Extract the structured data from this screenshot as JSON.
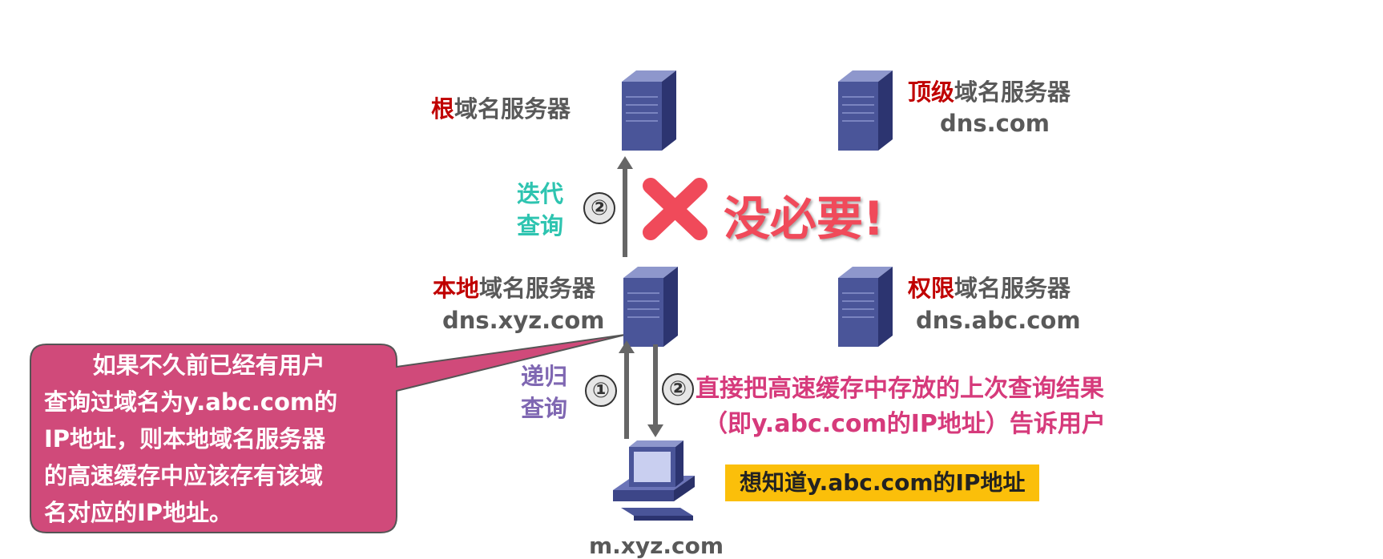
{
  "root_server": {
    "highlight": "根",
    "rest": "域名服务器"
  },
  "top_server": {
    "highlight": "顶级",
    "rest": "域名服务器",
    "domain": "dns.com"
  },
  "local_server": {
    "highlight": "本地",
    "rest": "域名服务器",
    "domain": "dns.xyz.com"
  },
  "auth_server": {
    "highlight": "权限",
    "rest": "域名服务器",
    "domain": "dns.abc.com"
  },
  "iterative_query": {
    "line1": "迭代",
    "line2": "查询",
    "step": "②"
  },
  "recursive_query": {
    "line1": "递归",
    "line2": "查询",
    "step": "①"
  },
  "reply_step": "②",
  "not_needed": "没必要!",
  "reply_text": {
    "line1": "直接把高速缓存中存放的上次查询结果",
    "line2": "（即y.abc.com的IP地址）告诉用户"
  },
  "callout": "      如果不久前已经有用户\n查询过域名为y.abc.com的\nIP地址，则本地域名服务器\n的高速缓存中应该存有该域\n名对应的IP地址。",
  "client_note": "想知道y.abc.com的IP地址",
  "client_host": "m.xyz.com",
  "colors": {
    "callout_bg": "#d04a7a",
    "accent_red": "#c00000",
    "teal": "#2ec4b0",
    "purple": "#7f67b2",
    "pink": "#d63a7b",
    "yellow": "#fbbf0a",
    "cross": "#f04a5a"
  },
  "icons": {
    "server": "server-tower-icon",
    "client": "desktop-computer-icon",
    "cross": "cross-mark-icon"
  }
}
